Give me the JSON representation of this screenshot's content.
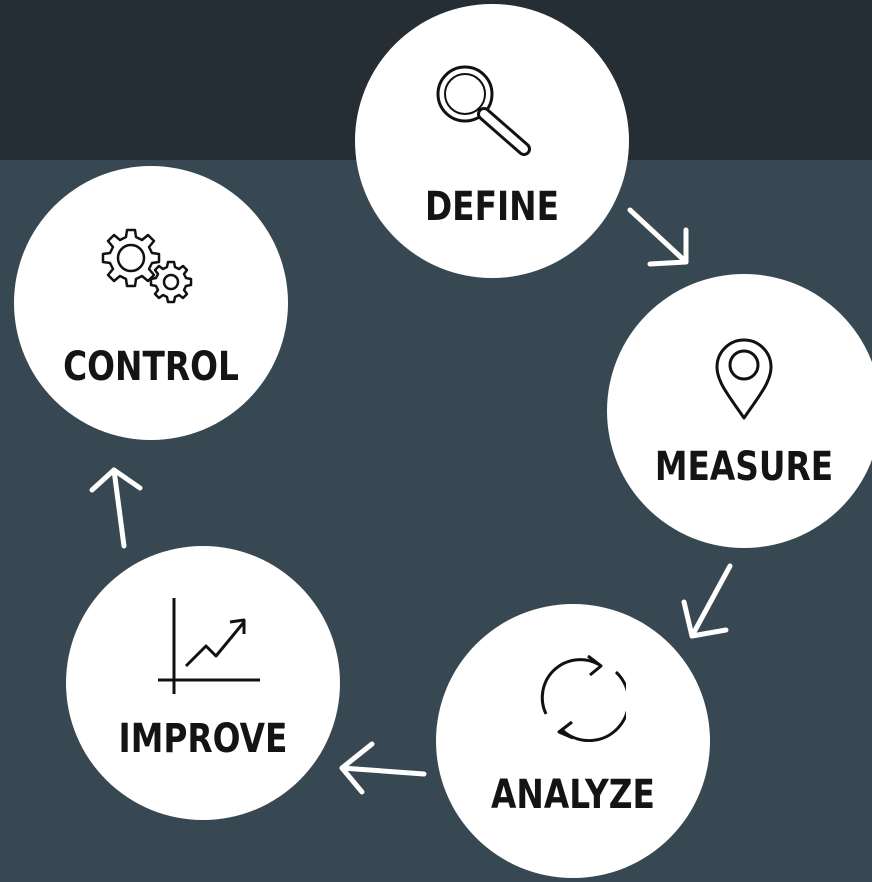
{
  "steps": [
    {
      "label": "DEFINE",
      "icon": "magnifier-icon"
    },
    {
      "label": "MEASURE",
      "icon": "location-pin-icon"
    },
    {
      "label": "ANALYZE",
      "icon": "refresh-cycle-icon"
    },
    {
      "label": "IMPROVE",
      "icon": "growth-chart-icon"
    },
    {
      "label": "CONTROL",
      "icon": "gears-icon"
    }
  ],
  "colors": {
    "background": "#374852",
    "top_band": "#252d35",
    "circle": "#ffffff",
    "text": "#141414",
    "arrow": "#ffffff"
  }
}
